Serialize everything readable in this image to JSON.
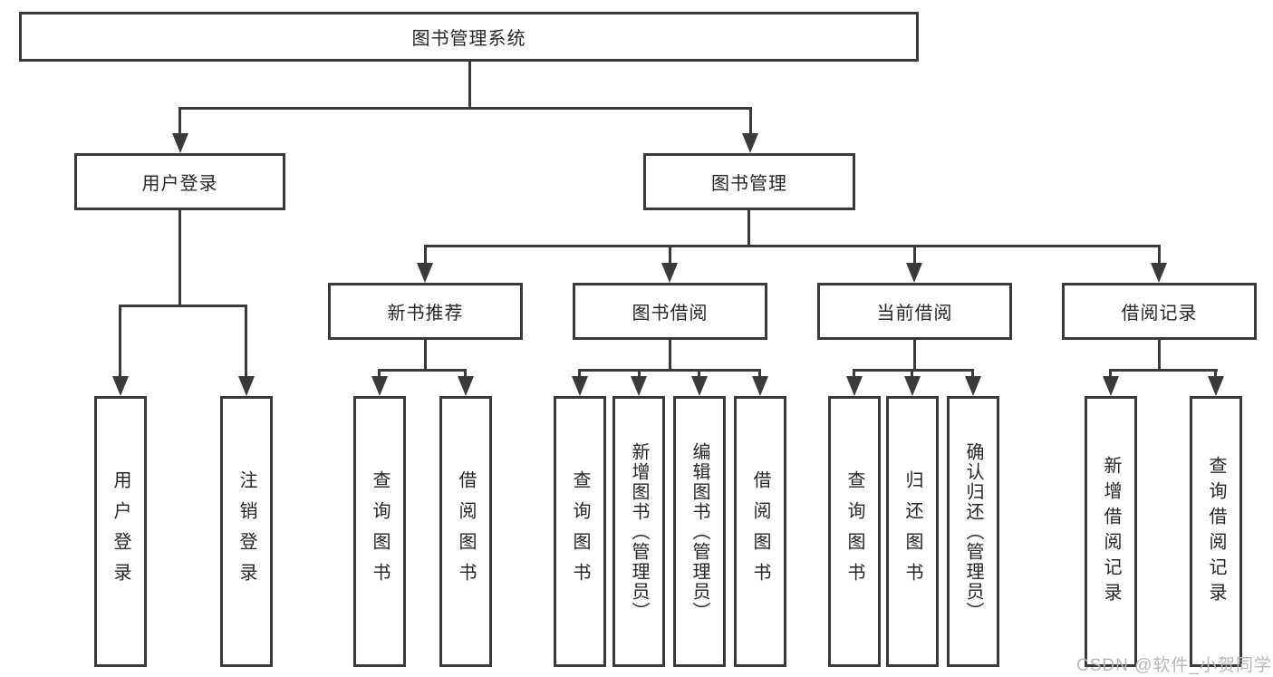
{
  "title": "图书管理系统",
  "tree": {
    "login": {
      "label": "用户登录",
      "children": [
        "用户登录",
        "注销登录"
      ]
    },
    "management": {
      "label": "图书管理",
      "groups": [
        {
          "label": "新书推荐",
          "children": [
            "查询图书",
            "借阅图书"
          ]
        },
        {
          "label": "图书借阅",
          "children": [
            "查询图书",
            "新增图书（管理员）",
            "编辑图书（管理员）",
            "借阅图书"
          ]
        },
        {
          "label": "当前借阅",
          "children": [
            "查询图书",
            "归还图书",
            "确认归还（管理员）"
          ]
        },
        {
          "label": "借阅记录",
          "children": [
            "新增借阅记录",
            "查询借阅记录"
          ]
        }
      ]
    }
  },
  "watermark": "CSDN @软件_小贺同学",
  "colors": {
    "line": "#3a3a3a",
    "text": "#262626",
    "box_bg": "#ffffff",
    "watermark": "#b7b7b7"
  }
}
